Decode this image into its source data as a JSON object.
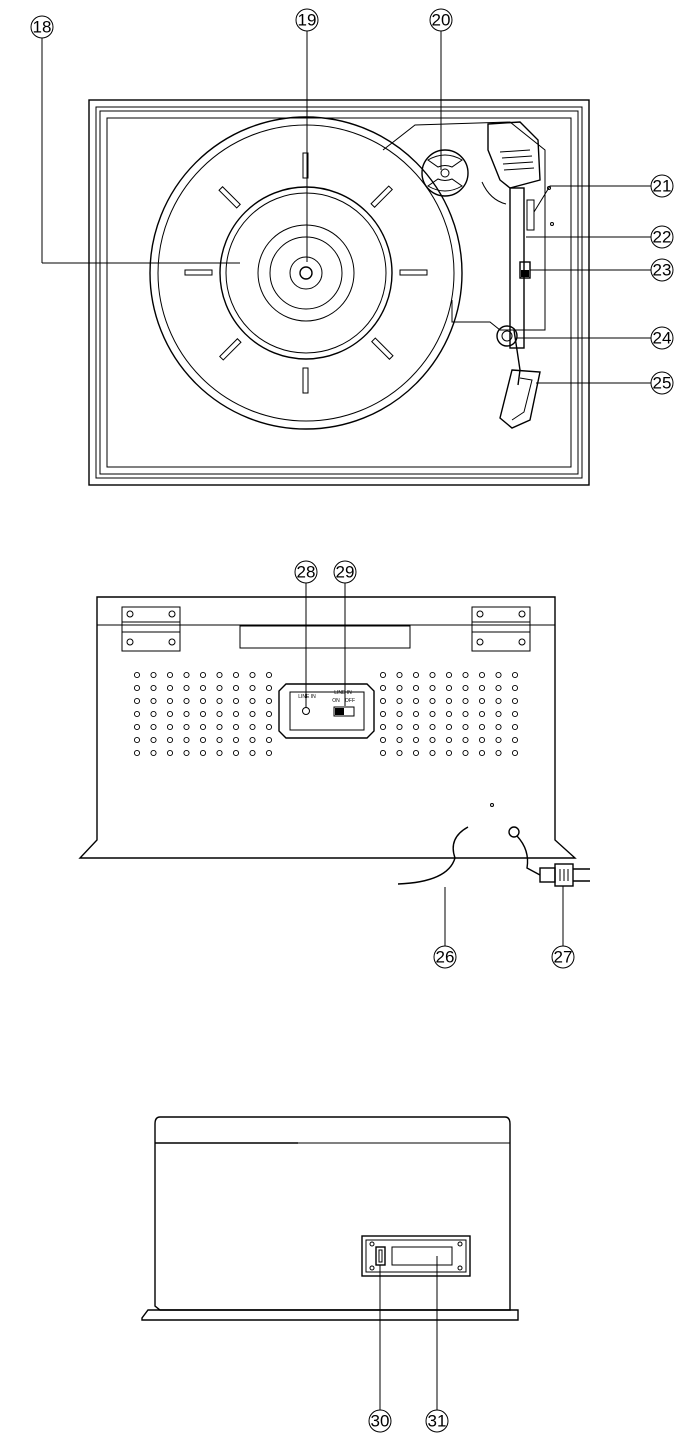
{
  "callouts": {
    "c18": "18",
    "c19": "19",
    "c20": "20",
    "c21": "21",
    "c22": "22",
    "c23": "23",
    "c24": "24",
    "c25": "25",
    "c26": "26",
    "c27": "27",
    "c28": "28",
    "c29": "29",
    "c30": "30",
    "c31": "31"
  },
  "back_panel": {
    "line_in_label": "LINE IN",
    "switch_title": "LINE IN",
    "switch_on": "ON",
    "switch_off": "OFF"
  }
}
